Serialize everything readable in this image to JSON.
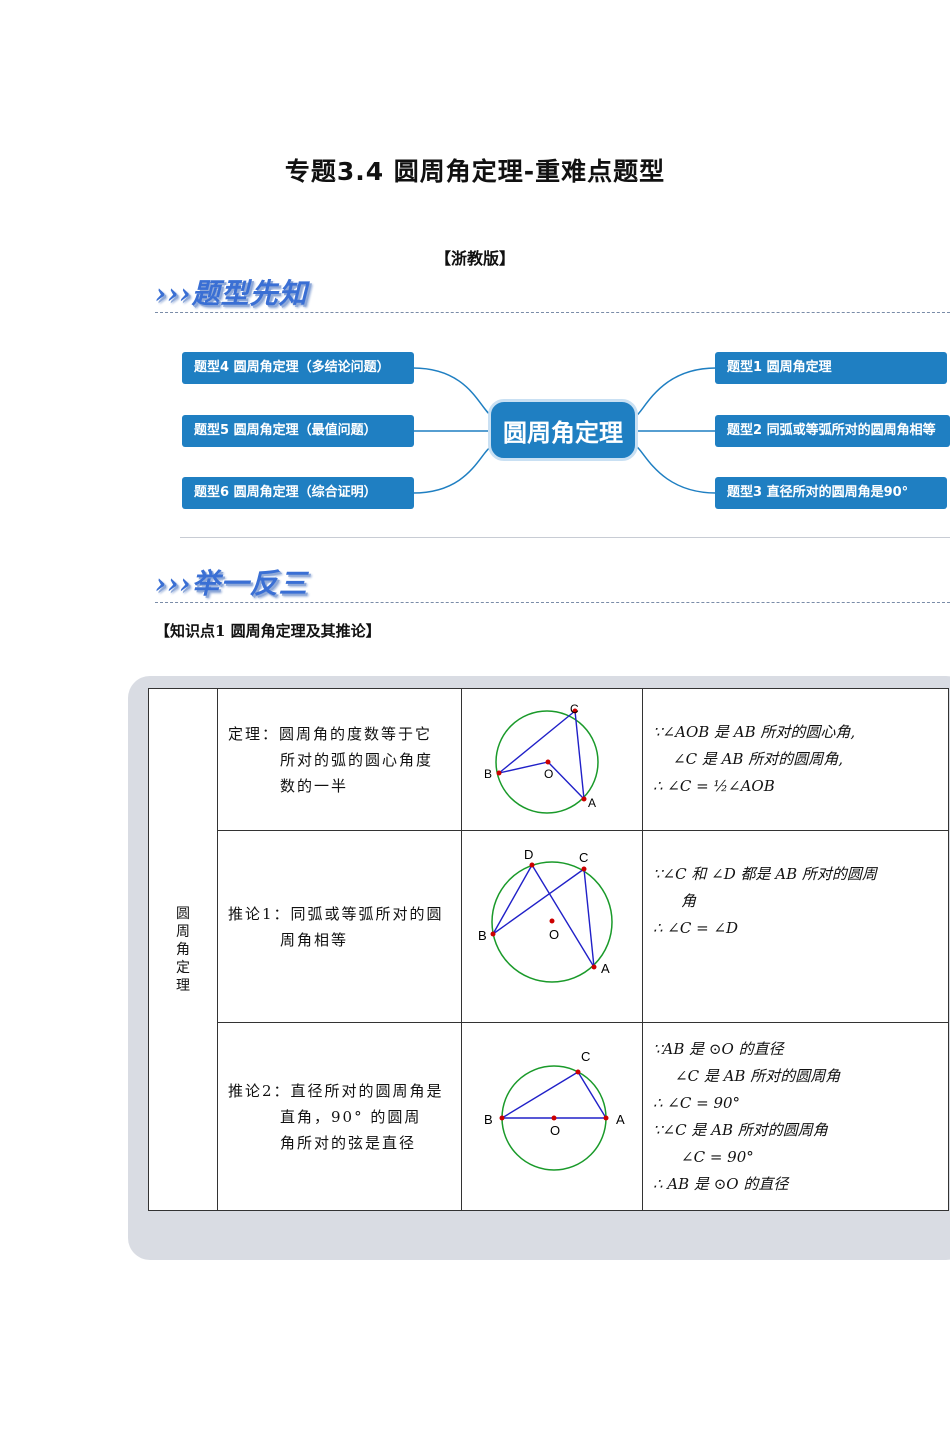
{
  "title": "专题3.4  圆周角定理-重难点题型",
  "edition": "【浙教版】",
  "banners": {
    "preview": "›››题型先知",
    "practice": "›››举一反三"
  },
  "mindmap": {
    "center": "圆周角定理",
    "left": [
      "题型4 圆周角定理（多结论问题）",
      "题型5  圆周角定理（最值问题）",
      "题型6  圆周角定理（综合证明）"
    ],
    "right": [
      "题型1  圆周角定理",
      "题型2  同弧或等弧所对的圆周角相等",
      "题型3  直径所对的圆周角是90°"
    ]
  },
  "knowledge_heading": "【知识点1   圆周角定理及其推论】",
  "table": {
    "category": "圆周角定理",
    "rows": [
      {
        "theorem_a": "定理：圆周角的度数等于它",
        "theorem_b": "所对的弧的圆心角度",
        "theorem_c": "数的一半",
        "proof": [
          "∵∠AOB 是 AB 所对的圆心角,",
          "∠C 是 AB 所对的圆周角,",
          "∴ ∠C = ½∠AOB"
        ]
      },
      {
        "theorem_a": "推论1：同弧或等弧所对的圆",
        "theorem_b": "周角相等",
        "theorem_c": "",
        "proof": [
          "∵∠C 和 ∠D 都是 AB 所对的圆周",
          "角",
          "∴ ∠C = ∠D"
        ]
      },
      {
        "theorem_a": "推论2：直径所对的圆周角是",
        "theorem_b": "直角，90° 的圆周",
        "theorem_c": "角所对的弦是直径",
        "proof": [
          "∵AB 是 ⊙O 的直径",
          "∠C 是 AB 所对的圆周角",
          "∴ ∠C = 90°",
          "∵∠C 是 AB 所对的圆周角",
          "∠C = 90°",
          "∴ AB 是 ⊙O 的直径"
        ]
      }
    ]
  },
  "figure_labels": {
    "a": "A",
    "b": "B",
    "c": "C",
    "d": "D",
    "o": "O"
  },
  "colors": {
    "box": "#1f7fc2",
    "circle": "#1a9a2a",
    "chord": "#2020c8",
    "point": "#cc0000",
    "panel": "#d9dce3"
  }
}
